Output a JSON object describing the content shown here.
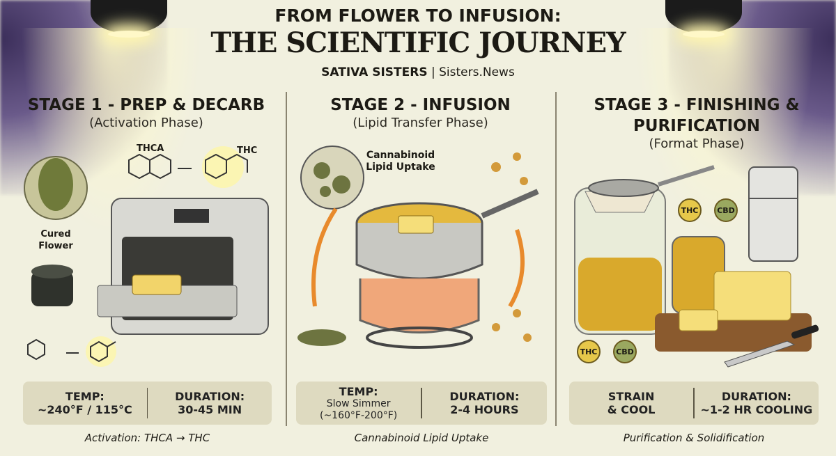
{
  "header": {
    "line1": "FROM FLOWER TO INFUSION:",
    "line2": "THE SCIENTIFIC JOURNEY",
    "brand": "SATIVA SISTERS",
    "separator": "|",
    "site": "Sisters.News"
  },
  "stages": [
    {
      "title": "STAGE 1 - PREP & DECARB",
      "subtitle": "(Activation Phase)",
      "labels": {
        "flower": "Cured Flower",
        "thca": "THCA",
        "thc": "THC"
      },
      "info": {
        "left_title": "TEMP:",
        "left_value": "~240°F / 115°C",
        "right_title": "DURATION:",
        "right_value": "30-45 MIN"
      },
      "caption": "Activation: THCA → THC"
    },
    {
      "title": "STAGE 2 - INFUSION",
      "subtitle": "(Lipid Transfer Phase)",
      "labels": {
        "uptake": "Cannabinoid Lipid Uptake"
      },
      "info": {
        "left_title": "TEMP:",
        "left_value": "Slow Simmer",
        "left_value2": "(~160°F-200°F)",
        "right_title": "DURATION:",
        "right_value": "2-4 HOURS"
      },
      "caption": "Cannabinoid Lipid Uptake"
    },
    {
      "title": "STAGE 3 - FINISHING & PURIFICATION",
      "subtitle": "(Format Phase)",
      "labels": {
        "thc": "THC",
        "cbd": "CBD"
      },
      "info": {
        "left_title": "STRAIN",
        "left_value": "& COOL",
        "right_title": "DURATION:",
        "right_value": "~1-2 HR COOLING"
      },
      "caption": "Purification & Solidification"
    }
  ],
  "colors": {
    "background": "#f1f0df",
    "info_box": "#dedac0",
    "butter": "#f2d46a",
    "oil": "#d9a92c",
    "thc_badge": "#e6c84a",
    "cbd_badge": "#9aa860"
  }
}
